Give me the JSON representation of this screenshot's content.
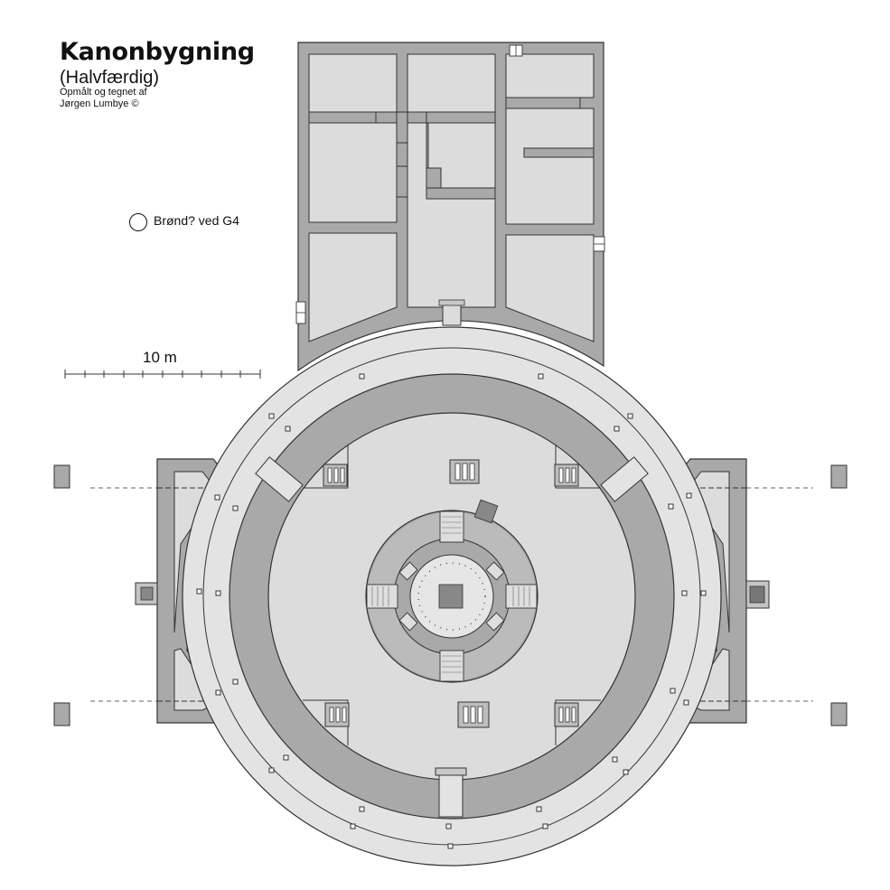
{
  "header": {
    "title": "Kanonbygning",
    "subtitle": "(Halvfærdig)",
    "credit_line1": "Opmålt og tegnet af",
    "credit_line2": "Jørgen Lumbye ©"
  },
  "legend": {
    "well_label": "Brønd? ved G4"
  },
  "scale": {
    "label": "10 m"
  },
  "colors": {
    "wall": "#a9a9a9",
    "floor": "#dcdcdc",
    "ring": "#e3e3e3",
    "line": "#333333"
  }
}
